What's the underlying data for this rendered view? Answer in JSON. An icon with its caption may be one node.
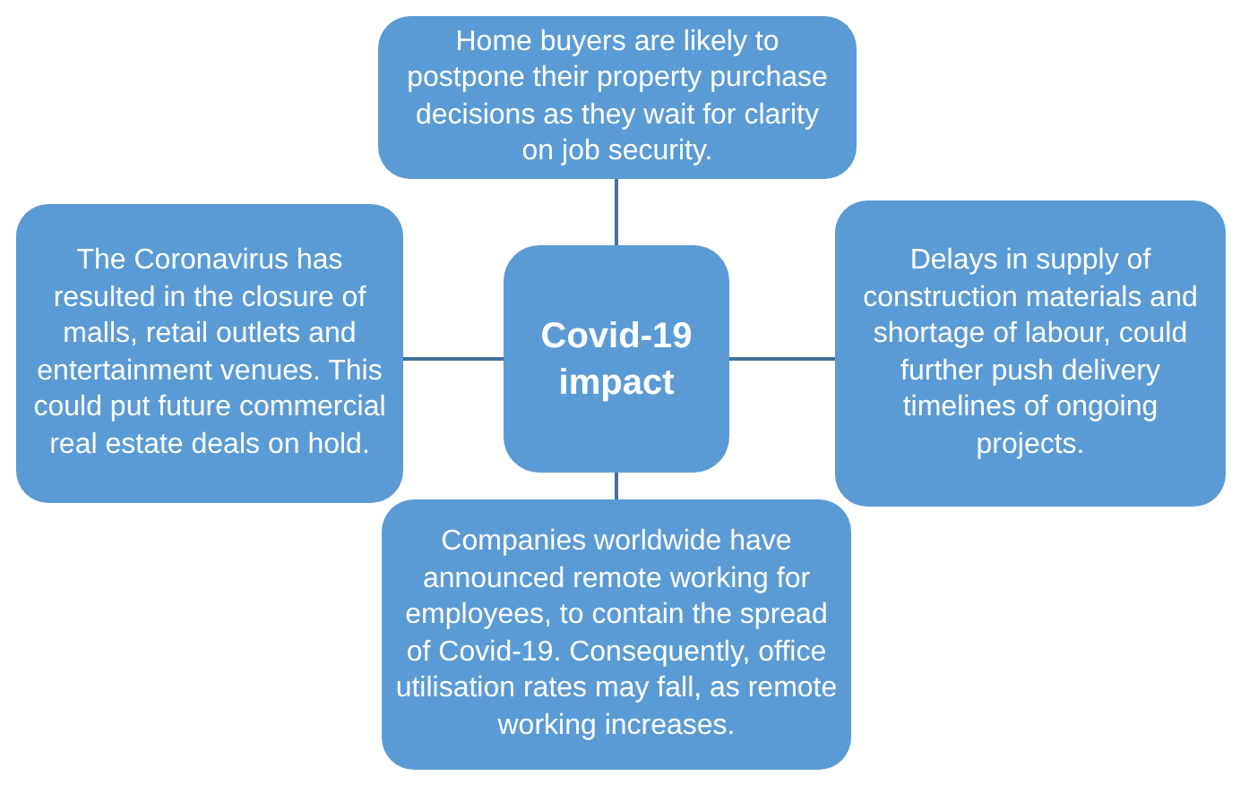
{
  "diagram": {
    "nodes": [
      {
        "text": [
          "Home buyers are likely to postpone their property purchase decisions as they wait for clarity on job security."
        ]
      },
      {
        "text": [
          "The Coronavirus has resulted in the closure of malls, retail outlets and entertainment venues. This could put future commercial real estate deals on hold."
        ]
      },
      {
        "text": [
          "Covid-19 impact"
        ]
      },
      {
        "text": [
          "Delays in supply of construction materials and shortage of labour, could further push delivery timelines of ongoing projects."
        ]
      },
      {
        "text": [
          "Companies worldwide have announced remote working for employees, to contain the spread of Covid-19. Consequently, office utilisation rates may fall, as remote working increases."
        ]
      }
    ],
    "edges": [
      {
        "from": 2,
        "to": 0,
        "arrow": "none"
      },
      {
        "from": 2,
        "to": 1,
        "arrow": "none"
      },
      {
        "from": 2,
        "to": 3,
        "arrow": "none"
      },
      {
        "from": 2,
        "to": 4,
        "arrow": "none"
      }
    ]
  }
}
